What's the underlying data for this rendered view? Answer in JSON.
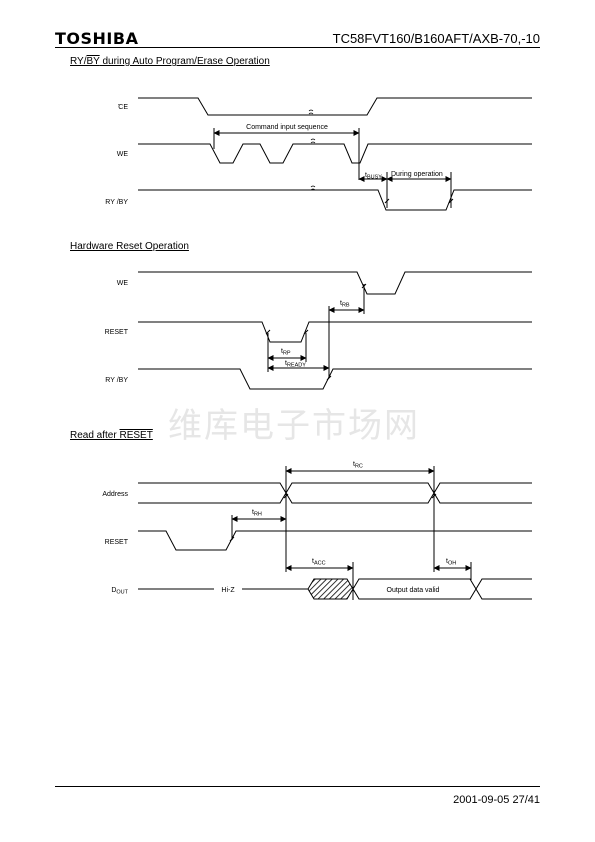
{
  "header": {
    "logo": "TOSHIBA",
    "doc_id": "TC58FVT160/B160AFT/AXB-70,-10"
  },
  "section1": {
    "title_signal_a": "RY/",
    "title_signal_b": "BY",
    "title_rest": " during Auto Program/Erase Operation",
    "labels": {
      "ce": "CE",
      "we": "WE",
      "ry_a": "RY /",
      "ry_b": "BY"
    },
    "annotations": {
      "cmd_seq": "Command input sequence",
      "t_busy_main": "t",
      "t_busy_sub": "BUSY",
      "during_op": "During operation"
    }
  },
  "section2": {
    "title": "Hardware Reset Operation",
    "labels": {
      "we": "WE",
      "reset": "RESET",
      "ry_a": "RY /",
      "ry_b": "BY"
    },
    "annotations": {
      "t_rb_main": "t",
      "t_rb_sub": "RB",
      "t_rp_main": "t",
      "t_rp_sub": "RP",
      "t_ready_main": "t",
      "t_ready_sub": "READY"
    }
  },
  "section3": {
    "title_a": "Read after ",
    "title_b": "RESET",
    "labels": {
      "address": "Address",
      "reset": "RESET",
      "dout_main": "D",
      "dout_sub": "OUT"
    },
    "annotations": {
      "t_rc_main": "t",
      "t_rc_sub": "RC",
      "t_rh_main": "t",
      "t_rh_sub": "RH",
      "t_acc_main": "t",
      "t_acc_sub": "ACC",
      "t_oh_main": "t",
      "t_oh_sub": "OH",
      "hiz": "Hi-Z",
      "output_valid": "Output data valid"
    }
  },
  "watermark": "维库电子市场网",
  "footer": {
    "page_ref": "2001-09-05 27/41"
  }
}
